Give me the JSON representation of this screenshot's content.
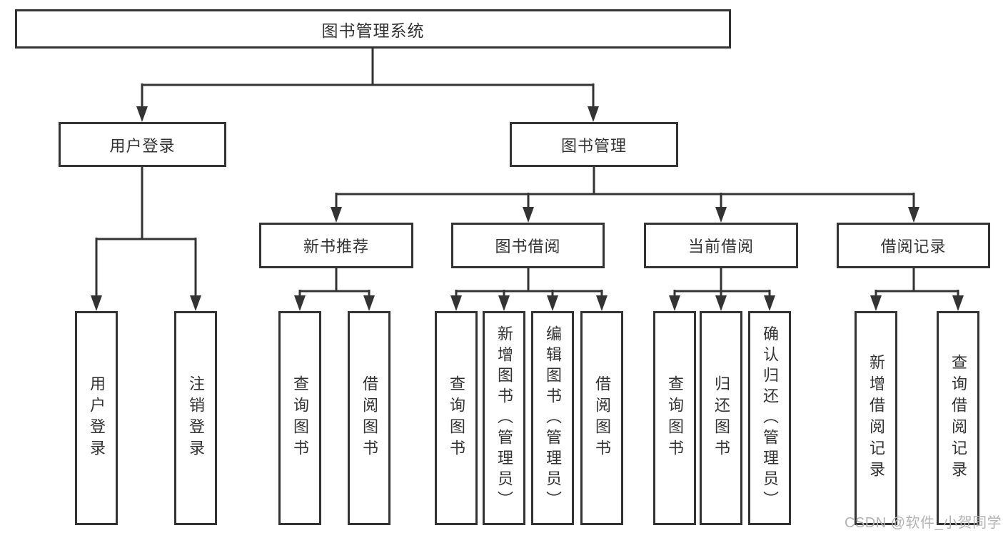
{
  "diagram": {
    "title": "图书管理系统",
    "type": "function-structure-tree",
    "colors": {
      "line": "#333333",
      "node_border": "#333333",
      "text": "#333333",
      "watermark_text": "#b3b3b3",
      "background": "#ffffff"
    },
    "nodes": {
      "root": "图书管理系统",
      "userLogin": "用户登录",
      "bookManagement": "图书管理",
      "newBookRecommend": "新书推荐",
      "bookBorrow": "图书借阅",
      "currentBorrow": "当前借阅",
      "borrowRecords": "借阅记录",
      "leafUserLogin": "用户登录",
      "leafLogout": "注销登录",
      "leafQueryBooksA": "查询图书",
      "leafBorrowBooksA": "借阅图书",
      "leafQueryBooksB": "查询图书",
      "leafAddBooksAdmin": "新增图书（管理员）",
      "leafEditBooksAdmin": "编辑图书（管理员）",
      "leafBorrowBooksB": "借阅图书",
      "leafQueryBooksC": "查询图书",
      "leafReturnBooks": "归还图书",
      "leafConfirmReturnAdmin": "确认归还（管理员）",
      "leafAddBorrowRecord": "新增借阅记录",
      "leafQueryBorrowRecord": "查询借阅记录"
    },
    "edges": [
      {
        "from": "root",
        "to": [
          "userLogin",
          "bookManagement"
        ]
      },
      {
        "from": "userLogin",
        "to": [
          "leafUserLogin",
          "leafLogout"
        ]
      },
      {
        "from": "bookManagement",
        "to": [
          "newBookRecommend",
          "bookBorrow",
          "currentBorrow",
          "borrowRecords"
        ]
      },
      {
        "from": "newBookRecommend",
        "to": [
          "leafQueryBooksA",
          "leafBorrowBooksA"
        ]
      },
      {
        "from": "bookBorrow",
        "to": [
          "leafQueryBooksB",
          "leafAddBooksAdmin",
          "leafEditBooksAdmin",
          "leafBorrowBooksB"
        ]
      },
      {
        "from": "currentBorrow",
        "to": [
          "leafQueryBooksC",
          "leafReturnBooks",
          "leafConfirmReturnAdmin"
        ]
      },
      {
        "from": "borrowRecords",
        "to": [
          "leafAddBorrowRecord",
          "leafQueryBorrowRecord"
        ]
      }
    ],
    "watermark": "CSDN @软件_小贺同学"
  }
}
